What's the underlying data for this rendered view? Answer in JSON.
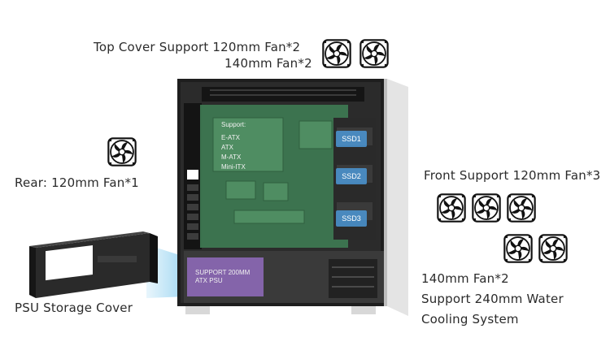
{
  "labels": {
    "top_line1": "Top Cover Support 120mm Fan*2",
    "top_line2": "140mm Fan*2",
    "rear": "Rear: 120mm Fan*1",
    "front": "Front Support 120mm Fan*3",
    "front_140": "140mm Fan*2",
    "water_line1": "Support 240mm Water",
    "water_line2": "Cooling System",
    "psu_cover": "PSU Storage Cover"
  },
  "case": {
    "support_title": "Support:",
    "form_factors": [
      "E-ATX",
      "ATX",
      "M-ATX",
      "Mini-ITX"
    ],
    "ssd_slots": [
      "SSD1",
      "SSD2",
      "SSD3"
    ],
    "psu_line1": "SUPPORT 200MM",
    "psu_line2": "ATX PSU"
  },
  "colors": {
    "motherboard_zone": "#3e7a52",
    "ssd_highlight": "#4ea0e4",
    "psu_highlight": "#926cbe",
    "case_body": "#1e1e1e",
    "front_panel": "#e4e4e4",
    "connector_beam": "#8fd0f0"
  },
  "icons": {
    "fan": "fan-icon"
  }
}
